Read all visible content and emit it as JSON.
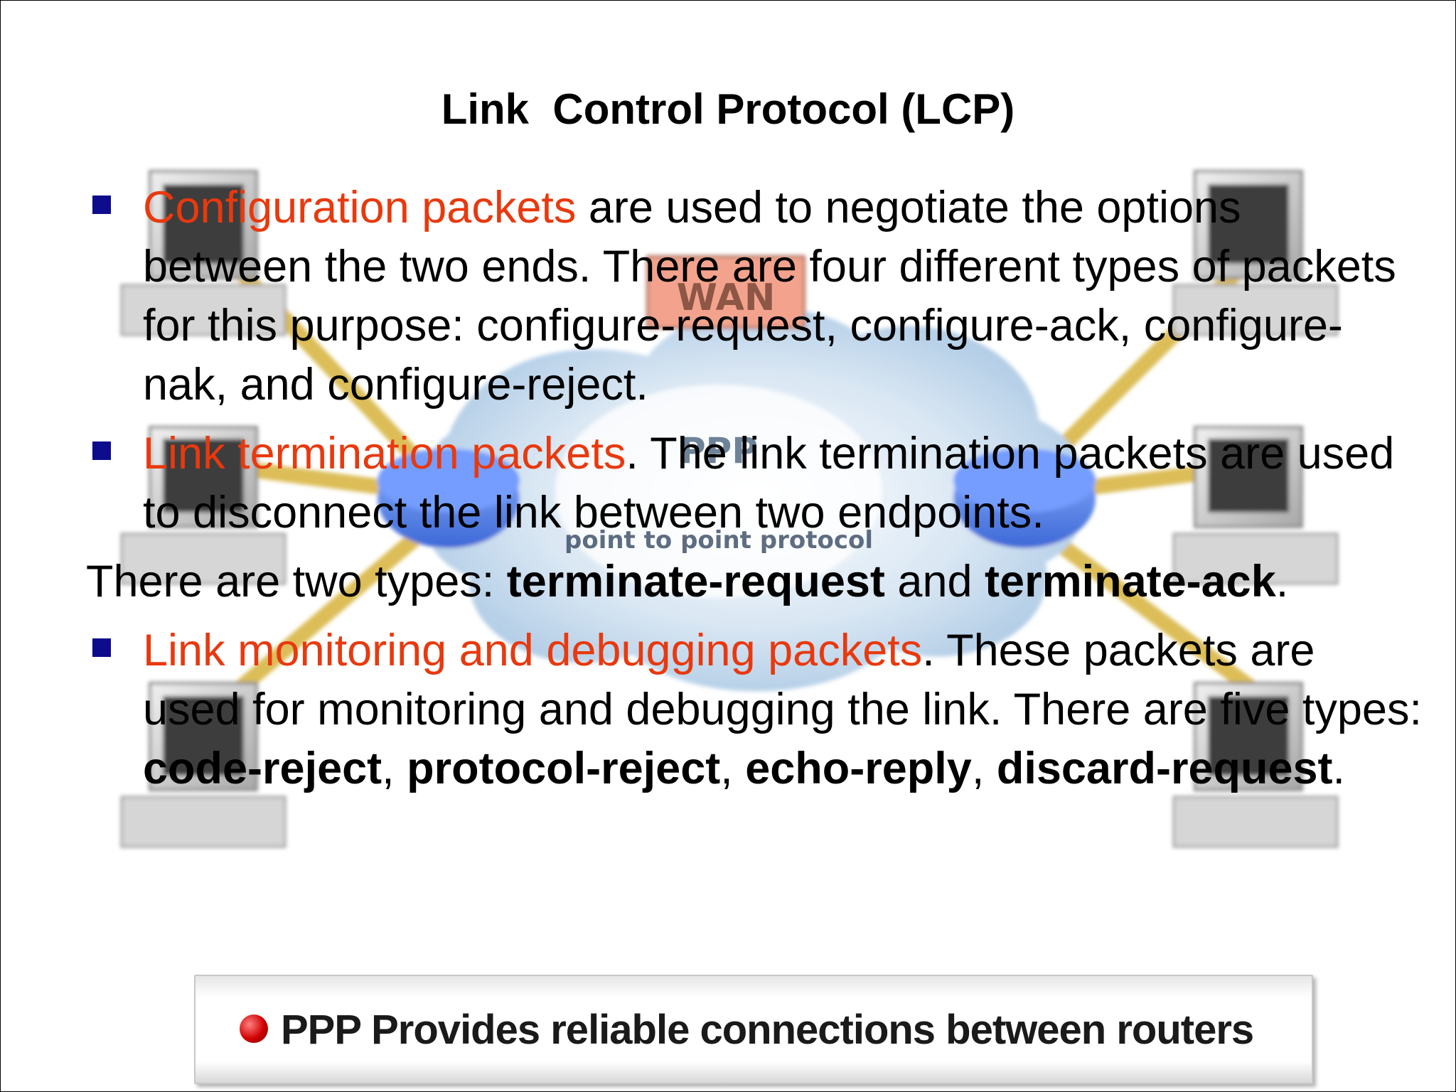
{
  "slide": {
    "title": "Link  Control Protocol (LCP)",
    "bullets": [
      {
        "highlight": "Configuration packets",
        "text": " are used to negotiate the options between the two ends. There are four different types of packets for this purpose: configure-request, configure-ack, configure-nak, and configure-reject."
      },
      {
        "highlight": "Link termination packets",
        "text": ".  The link termination packets are used to disconnect  the link  between two endpoints."
      },
      {
        "highlight": "Link monitoring and debugging packets",
        "text": ". These packets are used for monitoring  and debugging the link.  There are five types:  ",
        "bold_terms": [
          "code-reject",
          "protocol-reject",
          "echo-reply",
          "discard-request"
        ]
      }
    ],
    "termination_types": {
      "prefix": "There are two types: ",
      "term1": "terminate-request",
      "joiner": " and ",
      "term2": "terminate-ack",
      "suffix": "."
    },
    "sep_comma": ", ",
    "end_period": "."
  },
  "figure": {
    "wan_label": "WAN",
    "ppp_label": "PPP",
    "ppp_caption": "point to point protocol",
    "footer_text": "PPP Provides reliable connections between routers"
  }
}
